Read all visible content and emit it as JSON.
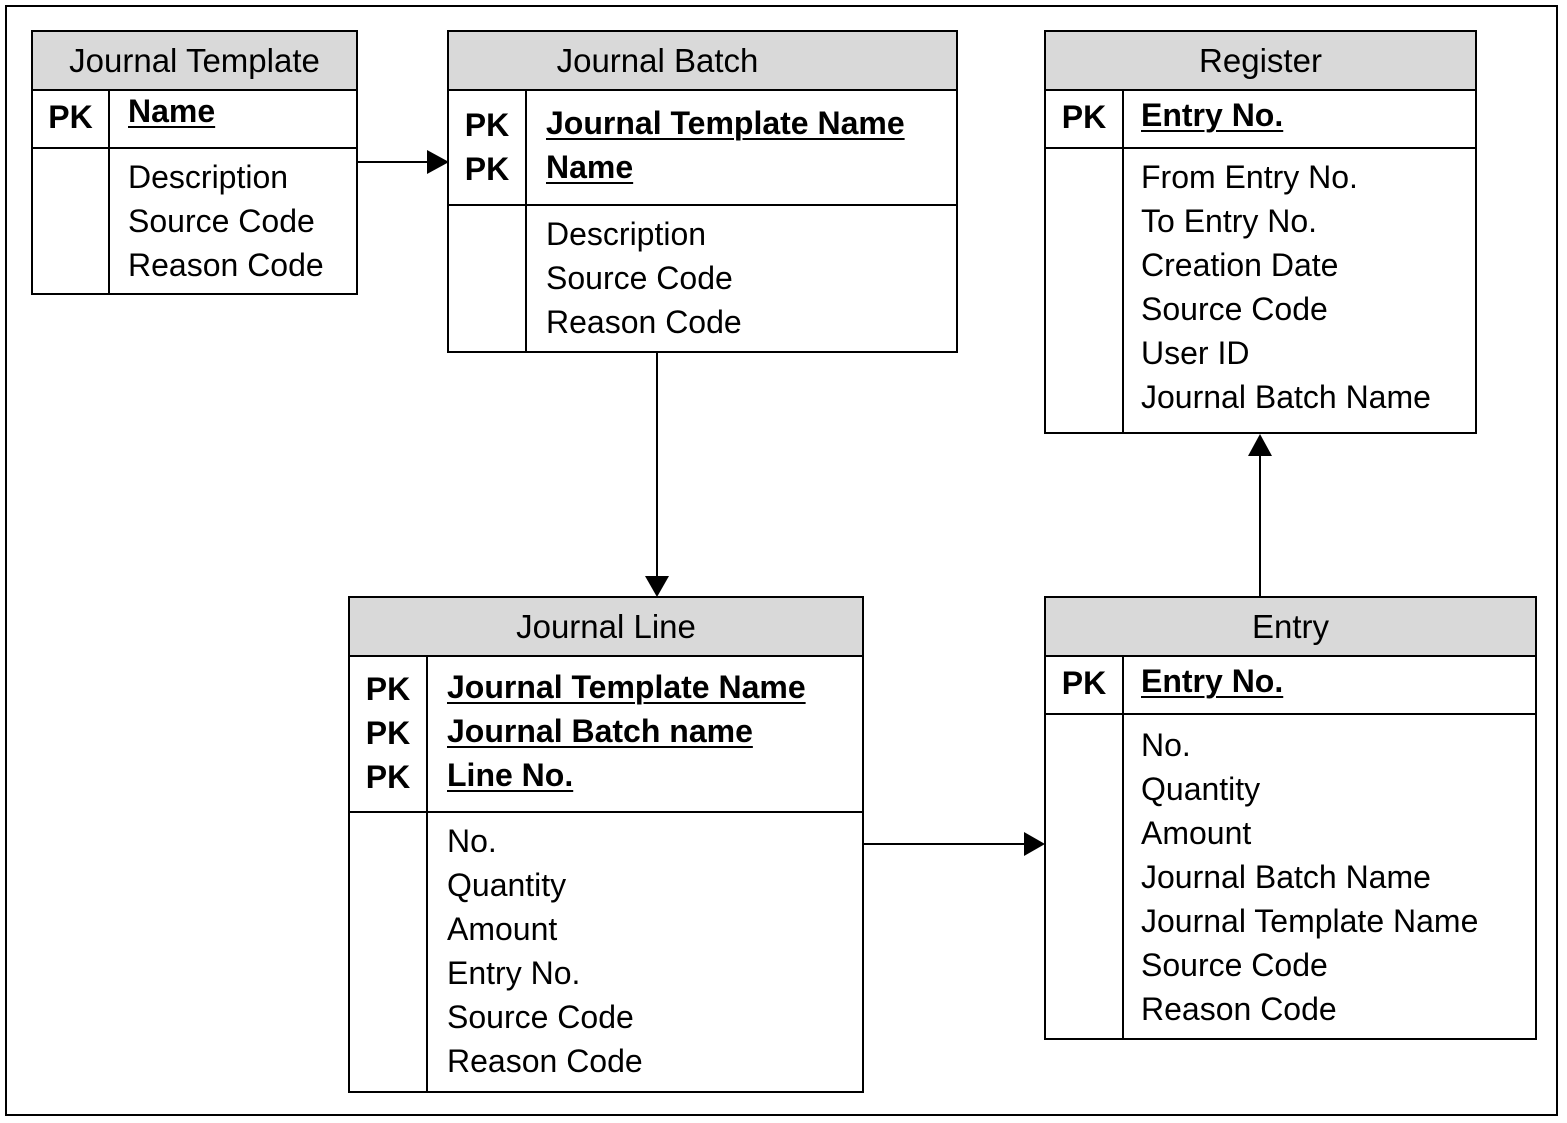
{
  "entities": {
    "journal_template": {
      "title": "Journal Template",
      "pk_labels": [
        "PK"
      ],
      "keys": [
        "Name"
      ],
      "attributes": [
        "Description",
        "Source Code",
        "Reason Code"
      ]
    },
    "journal_batch": {
      "title": "Journal Batch",
      "pk_labels": [
        "PK",
        "PK"
      ],
      "keys": [
        "Journal Template Name",
        "Name"
      ],
      "attributes": [
        "Description",
        "Source Code",
        "Reason Code"
      ]
    },
    "register": {
      "title": "Register",
      "pk_labels": [
        "PK"
      ],
      "keys": [
        "Entry No."
      ],
      "attributes": [
        "From Entry No.",
        "To Entry No.",
        "Creation Date",
        "Source Code",
        "User ID",
        "Journal Batch Name"
      ]
    },
    "journal_line": {
      "title": "Journal Line",
      "pk_labels": [
        "PK",
        "PK",
        "PK"
      ],
      "keys": [
        "Journal Template Name",
        "Journal Batch name",
        "Line No."
      ],
      "attributes": [
        "No.",
        "Quantity",
        "Amount",
        "Entry No.",
        "Source Code",
        "Reason Code"
      ]
    },
    "entry": {
      "title": "Entry",
      "pk_labels": [
        "PK"
      ],
      "keys": [
        "Entry No."
      ],
      "attributes": [
        "No.",
        "Quantity",
        "Amount",
        "Journal Batch Name",
        "Journal Template Name",
        "Source Code",
        "Reason Code"
      ]
    }
  },
  "connections": [
    {
      "from": "Journal Template",
      "to": "Journal Batch"
    },
    {
      "from": "Journal Batch",
      "to": "Journal Line"
    },
    {
      "from": "Journal Line",
      "to": "Entry"
    },
    {
      "from": "Entry",
      "to": "Register"
    }
  ],
  "colors": {
    "header_fill": "#d9d9d9",
    "line": "#000000",
    "background": "#ffffff"
  }
}
